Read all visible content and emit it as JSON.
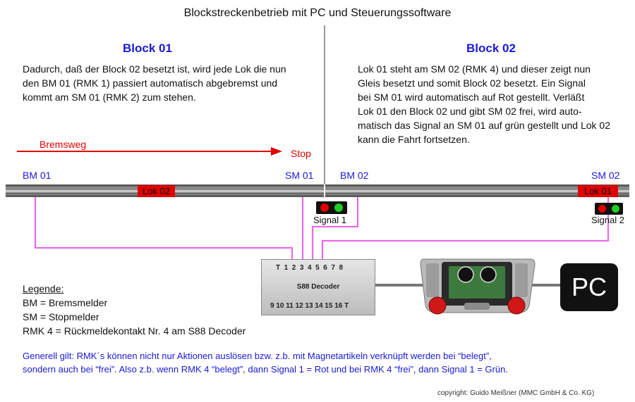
{
  "title": "Blockstreckenbetrieb mit PC und Steuerungssoftware",
  "block1": {
    "title": "Block 01",
    "text": "Dadurch, daß der Block 02 besetzt ist, wird jede Lok die nun\nden BM 01 (RMK 1) passiert automatisch abgebremst und\nkommt am SM 01 (RMK 2) zum stehen."
  },
  "block2": {
    "title": "Block 02",
    "text": "Lok 01 steht am SM 02 (RMK 4) und dieser zeigt nun\nGleis besetzt und somit Block 02 besetzt. Ein Signal\nbei SM 01 wird automatisch auf Rot gestellt. Verläßt\nLok 01 den Block 02 und gibt SM 02 frei, wird auto-\nmatisch das Signal an SM 01 auf grün gestellt und Lok 02\nkann die Fahrt fortsetzen."
  },
  "track": {
    "bremsweg": "Bremsweg",
    "stop": "Stop",
    "bm01": "BM 01",
    "sm01": "SM 01",
    "bm02": "BM 02",
    "sm02": "SM 02",
    "lok02": "Lok 02",
    "lok01": "Lok 01",
    "signal1": "Signal 1",
    "signal2": "Signal 2"
  },
  "decoder": {
    "top_row": "T  1  2  3  4  5  6  7  8",
    "name": "S88 Decoder",
    "bottom_row": "9 10 11 12 13 14 15 16 T"
  },
  "pc_label": "PC",
  "legend": {
    "heading": "Legende:",
    "items": [
      "BM = Bremsmelder",
      "SM = Stopmelder",
      "RMK 4 = Rückmeldekontakt Nr. 4 am S88 Decoder"
    ]
  },
  "note": "Generell gilt: RMK´s können nicht nur Aktionen auslösen bzw. z.b. mit Magnetartikeln verknüpft werden bei “belegt”,\nsondern auch bei “frei”. Also z.b. wenn RMK 4 “belegt”, dann Signal 1 = Rot und bei RMK 4 “frei”, dann Signal 1 = Grün.",
  "copyright": "copyright: Guido Meißner (MMC GmbH & Co. KG)",
  "colors": {
    "wire": "#e86be8",
    "signal_red": "#e00000",
    "signal_green": "#22cc22",
    "text_blue": "#1a1ad6"
  },
  "icons": {
    "control_unit": "central-station-icon",
    "pc": "pc-icon"
  }
}
